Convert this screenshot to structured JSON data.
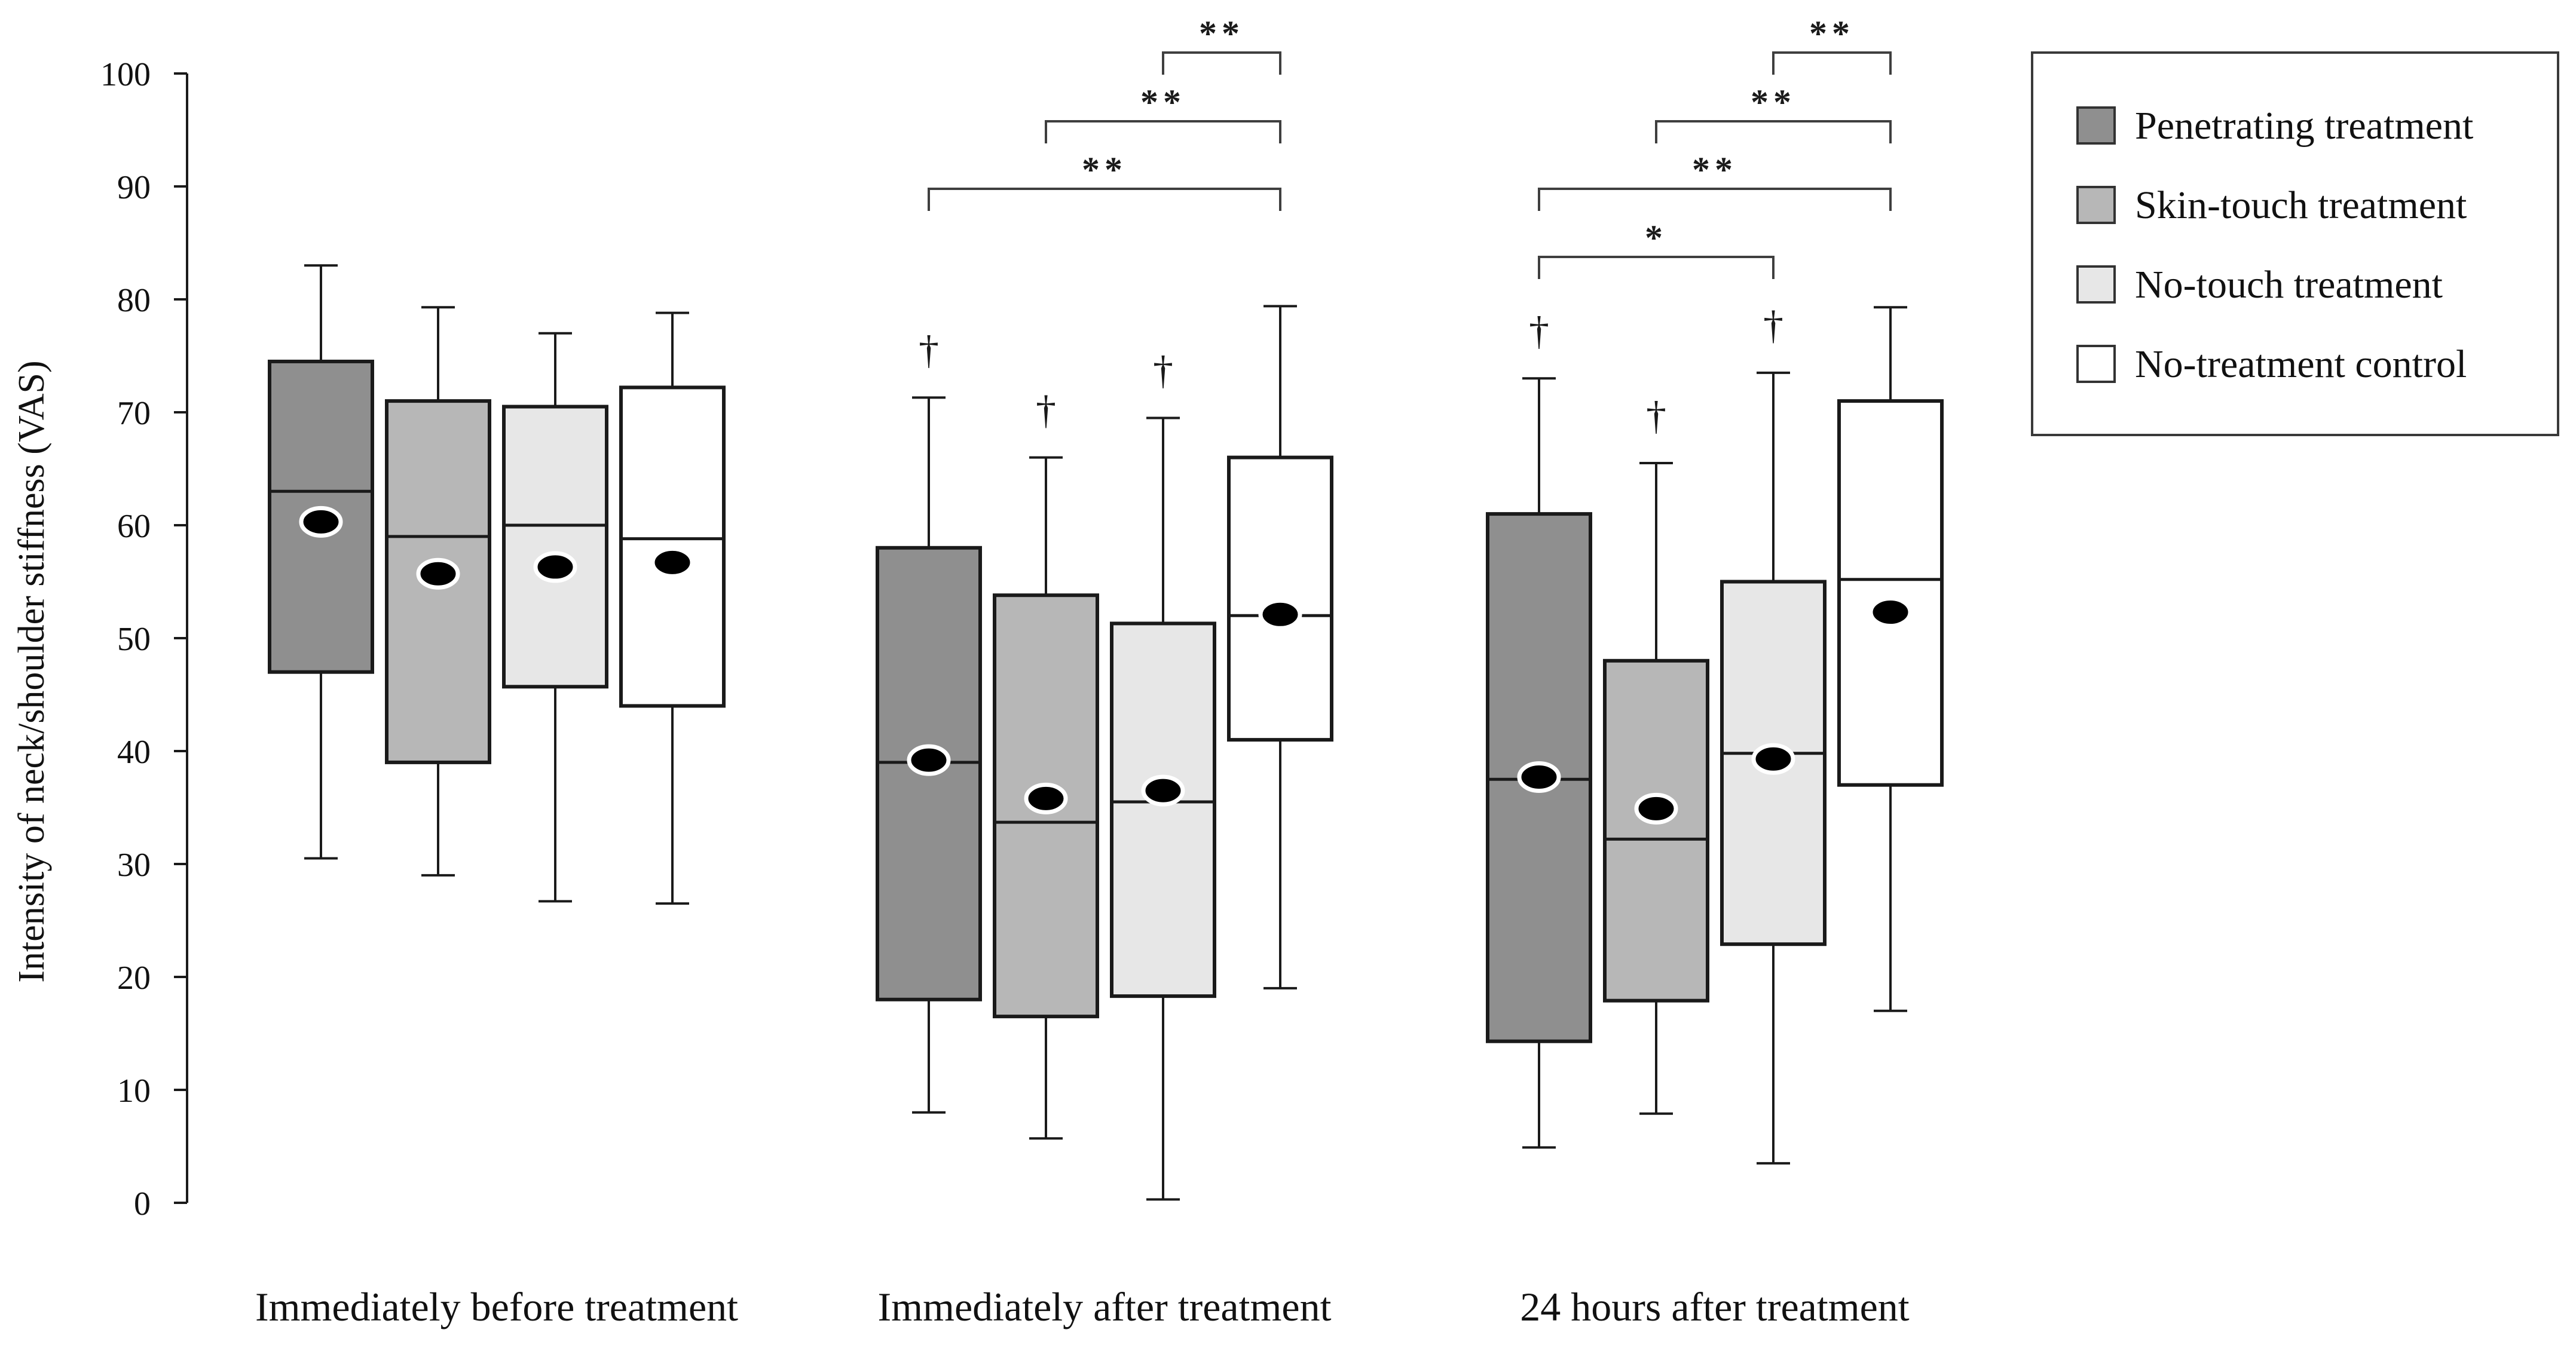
{
  "figure": {
    "background": "#ffffff",
    "accent_stroke": "#1a1a1a"
  },
  "chart_data": {
    "type": "boxplot",
    "title": "",
    "xlabel": "",
    "ylabel": "Intensity of neck/shoulder stiffness (VAS)",
    "ylim": [
      0,
      100
    ],
    "yticks": [
      0,
      10,
      20,
      30,
      40,
      50,
      60,
      70,
      80,
      90,
      100
    ],
    "grid": false,
    "legend_position": "top-right",
    "series": [
      {
        "name": "Penetrating treatment",
        "color": "#8f8f8f"
      },
      {
        "name": "Skin-touch treatment",
        "color": "#b7b7b7"
      },
      {
        "name": "No-touch treatment",
        "color": "#e7e7e7"
      },
      {
        "name": "No-treatment control",
        "color": "#ffffff"
      }
    ],
    "annotations": {
      "dagger_symbol": "†",
      "dagger_meaning_note": ""
    },
    "groups": [
      {
        "label": "Immediately before treatment",
        "boxes": [
          {
            "series": "Penetrating treatment",
            "whisker_low": 30.5,
            "q1": 47.0,
            "median": 63.0,
            "mean": 60.3,
            "q3": 74.5,
            "whisker_high": 83.0,
            "dagger": false
          },
          {
            "series": "Skin-touch treatment",
            "whisker_low": 29.0,
            "q1": 39.0,
            "median": 59.0,
            "mean": 55.7,
            "q3": 71.0,
            "whisker_high": 79.3,
            "dagger": false
          },
          {
            "series": "No-touch treatment",
            "whisker_low": 26.7,
            "q1": 45.7,
            "median": 60.0,
            "mean": 56.3,
            "q3": 70.5,
            "whisker_high": 77.0,
            "dagger": false
          },
          {
            "series": "No-treatment control",
            "whisker_low": 26.5,
            "q1": 44.0,
            "median": 58.8,
            "mean": 56.7,
            "q3": 72.2,
            "whisker_high": 78.8,
            "dagger": false
          }
        ],
        "brackets": []
      },
      {
        "label": "Immediately after treatment",
        "boxes": [
          {
            "series": "Penetrating treatment",
            "whisker_low": 8.0,
            "q1": 18.0,
            "median": 39.0,
            "mean": 39.2,
            "q3": 58.0,
            "whisker_high": 71.3,
            "dagger": true
          },
          {
            "series": "Skin-touch treatment",
            "whisker_low": 5.7,
            "q1": 16.5,
            "median": 33.7,
            "mean": 35.8,
            "q3": 53.8,
            "whisker_high": 66.0,
            "dagger": true
          },
          {
            "series": "No-touch treatment",
            "whisker_low": 0.3,
            "q1": 18.3,
            "median": 35.5,
            "mean": 36.5,
            "q3": 51.3,
            "whisker_high": 69.5,
            "dagger": true
          },
          {
            "series": "No-treatment control",
            "whisker_low": 19.0,
            "q1": 41.0,
            "median": 52.0,
            "mean": 52.1,
            "q3": 66.0,
            "whisker_high": 79.4,
            "dagger": false
          }
        ],
        "brackets": [
          {
            "from": 2,
            "to": 3,
            "label": "**",
            "level": 0
          },
          {
            "from": 1,
            "to": 3,
            "label": "**",
            "level": 1
          },
          {
            "from": 0,
            "to": 3,
            "label": "**",
            "level": 2
          }
        ]
      },
      {
        "label": "24 hours after treatment",
        "boxes": [
          {
            "series": "Penetrating treatment",
            "whisker_low": 4.9,
            "q1": 14.3,
            "median": 37.5,
            "mean": 37.7,
            "q3": 61.0,
            "whisker_high": 73.0,
            "dagger": true
          },
          {
            "series": "Skin-touch treatment",
            "whisker_low": 7.9,
            "q1": 17.9,
            "median": 32.2,
            "mean": 34.9,
            "q3": 48.0,
            "whisker_high": 65.5,
            "dagger": true
          },
          {
            "series": "No-touch treatment",
            "whisker_low": 3.5,
            "q1": 22.9,
            "median": 39.8,
            "mean": 39.3,
            "q3": 55.0,
            "whisker_high": 73.5,
            "dagger": true
          },
          {
            "series": "No-treatment control",
            "whisker_low": 17.0,
            "q1": 37.0,
            "median": 55.2,
            "mean": 52.3,
            "q3": 71.0,
            "whisker_high": 79.3,
            "dagger": false
          }
        ],
        "brackets": [
          {
            "from": 2,
            "to": 3,
            "label": "**",
            "level": 0
          },
          {
            "from": 1,
            "to": 3,
            "label": "**",
            "level": 1
          },
          {
            "from": 0,
            "to": 3,
            "label": "**",
            "level": 2
          },
          {
            "from": 0,
            "to": 2,
            "label": "*",
            "level": 3
          }
        ]
      }
    ]
  },
  "legend": {
    "items": [
      "Penetrating treatment",
      "Skin-touch treatment",
      "No-touch treatment",
      "No-treatment control"
    ]
  }
}
